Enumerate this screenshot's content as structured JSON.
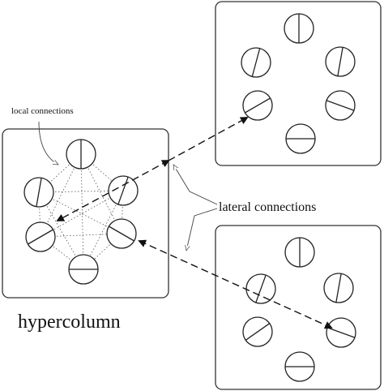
{
  "labels": {
    "local_connections": "local connections",
    "lateral_connections": "lateral connections",
    "hypercolumn": "hypercolumn"
  },
  "hypercolumns": [
    {
      "name": "center-hypercolumn",
      "orientations_deg": [
        90,
        80,
        70,
        30,
        150,
        0
      ]
    },
    {
      "name": "top-right-hypercolumn",
      "orientations_deg": [
        90,
        75,
        80,
        30,
        160,
        0
      ]
    },
    {
      "name": "bottom-right-hypercolumn",
      "orientations_deg": [
        90,
        70,
        80,
        35,
        160,
        0
      ]
    }
  ],
  "colors": {
    "ink": "#111111",
    "panel_border": "#333333"
  }
}
